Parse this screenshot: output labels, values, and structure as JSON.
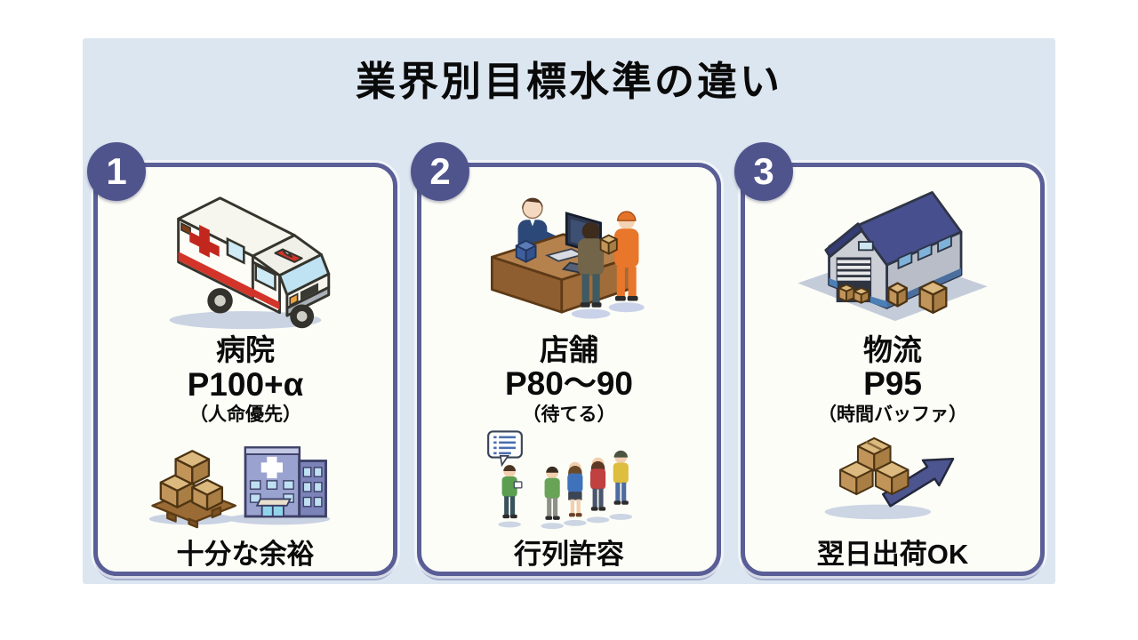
{
  "title": "業界別目標水準の違い",
  "cards": [
    {
      "number": "1",
      "label": "病院",
      "target": "P100+α",
      "note": "（人命優先）",
      "caption": "十分な余裕",
      "top_illustration": "ambulance",
      "bottom_illustration": "cargo-boxes-and-hospital-building"
    },
    {
      "number": "2",
      "label": "店舗",
      "target": "P80〜90",
      "note": "（待てる）",
      "caption": "行列許容",
      "top_illustration": "store-counter-with-clerk-and-customers",
      "bottom_illustration": "queue-of-people-with-list-speech-bubble"
    },
    {
      "number": "3",
      "label": "物流",
      "target": "P95",
      "note": "（時間バッファ）",
      "caption": "翌日出荷OK",
      "top_illustration": "warehouse-with-boxes",
      "bottom_illustration": "cardboard-boxes-with-outbound-arrow"
    }
  ],
  "colors": {
    "panel_background": "#dce6f1",
    "card_background": "#fdfdf8",
    "card_border": "#5a5e96",
    "badge_background": "#50548c",
    "badge_text": "#ffffff",
    "title_text": "#0a0a0a",
    "ambulance_red": "#c92a20",
    "cardboard_tan": "#c79a5f",
    "roof_blue": "#474f8e",
    "uniform_orange": "#e8762b"
  }
}
